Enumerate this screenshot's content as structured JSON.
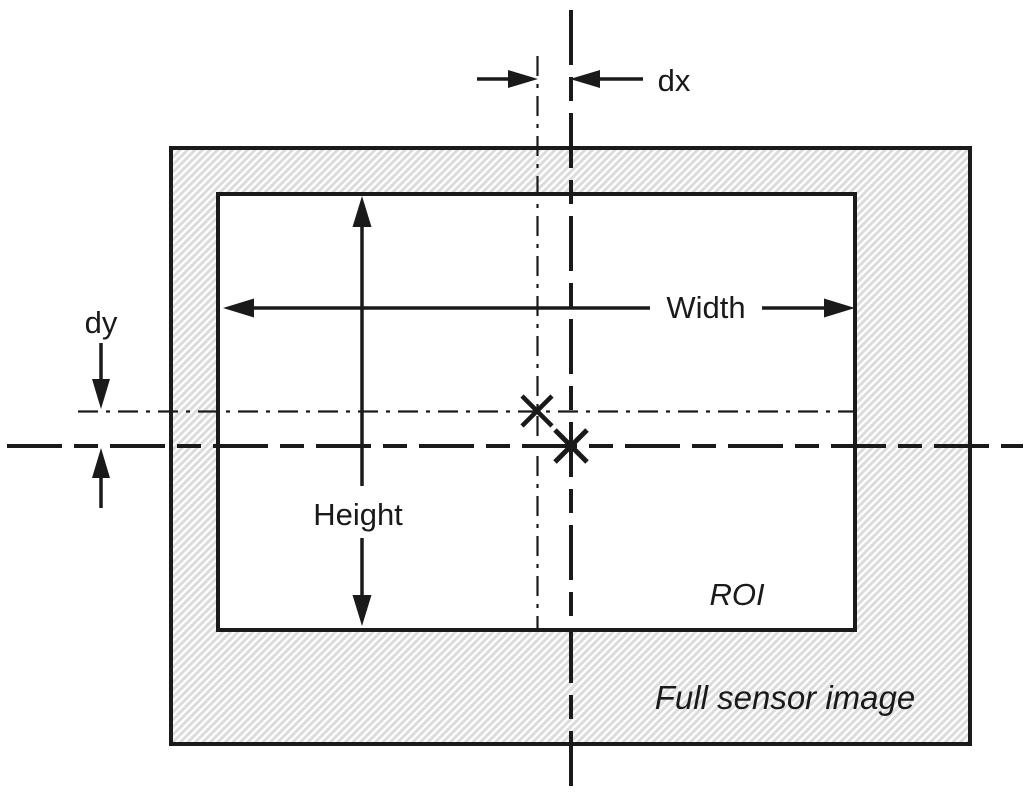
{
  "diagram": {
    "description": "Region of interest (ROI) geometry within a full sensor image",
    "labels": {
      "dx": "dx",
      "dy": "dy",
      "width": "Width",
      "height": "Height",
      "roi": "ROI",
      "full_sensor_image": "Full sensor image"
    },
    "colors": {
      "line": "#1a1a1a",
      "hatch_stripe": "#dcdcdc",
      "background": "#ffffff"
    }
  }
}
